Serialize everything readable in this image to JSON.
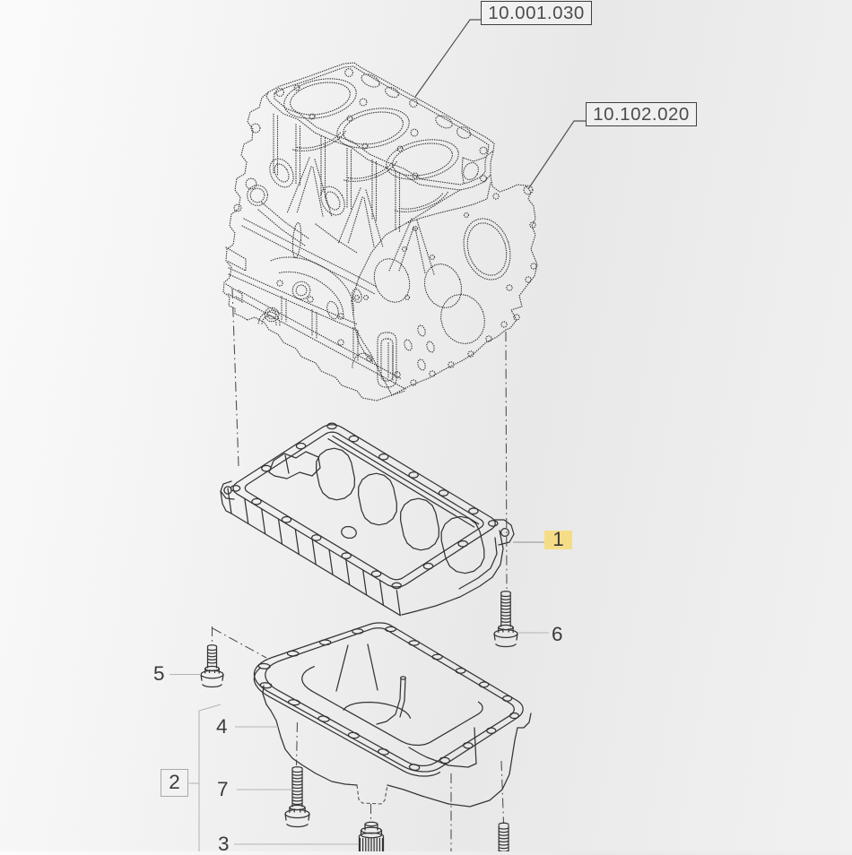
{
  "figure": {
    "group_labels": [
      {
        "text": "10.001.030"
      },
      {
        "text": "10.102.020"
      }
    ],
    "callouts": [
      {
        "num": "1",
        "style": "highlighted"
      },
      {
        "num": "2",
        "style": "boxed"
      },
      {
        "num": "3",
        "style": "plain"
      },
      {
        "num": "4",
        "style": "plain"
      },
      {
        "num": "5",
        "style": "plain"
      },
      {
        "num": "6",
        "style": "plain"
      },
      {
        "num": "7",
        "style": "plain"
      }
    ],
    "colors": {
      "highlight": "#f5dd88",
      "line": "#3c3c3c",
      "leader": "#b4b4b4"
    }
  }
}
